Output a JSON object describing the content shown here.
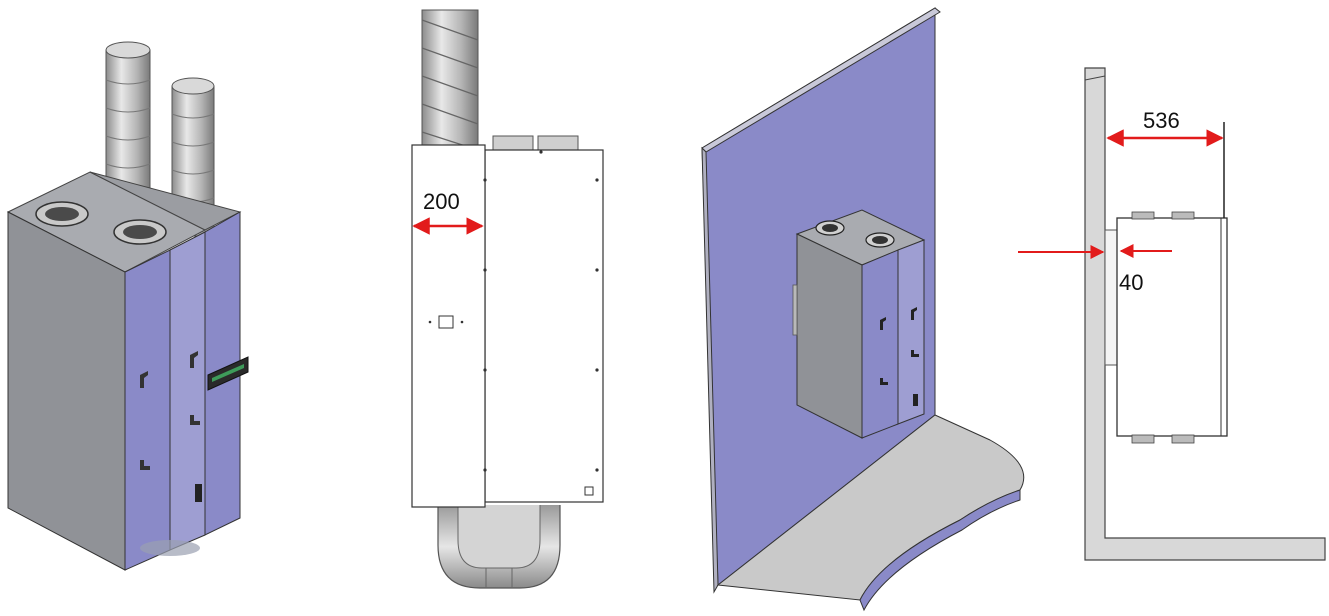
{
  "figure": {
    "panels": [
      {
        "name": "unit-isometric-view"
      },
      {
        "name": "unit-front-view-with-duct"
      },
      {
        "name": "unit-wall-mounted-view"
      },
      {
        "name": "unit-side-view-wall-clearance"
      }
    ],
    "dimensions": {
      "front_offset": "200",
      "side_depth": "536",
      "wall_gap": "40"
    },
    "colors": {
      "panel_lavender": "#8a8ac8",
      "panel_light": "#b7b7dc",
      "body_grey": "#8d8f93",
      "wall_grey": "#d8d8d8",
      "dimension_arrow": "#e21b1b"
    }
  }
}
